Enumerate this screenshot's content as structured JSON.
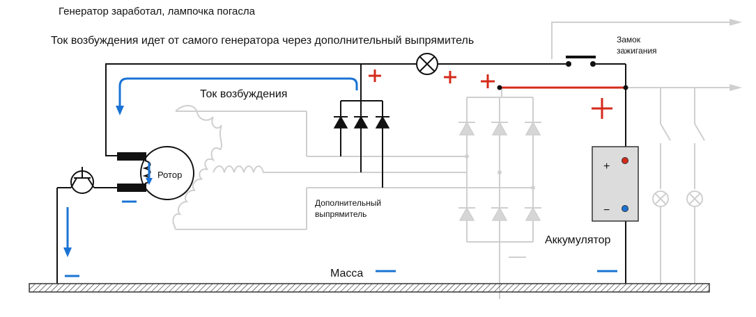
{
  "title_line1": "Генератор заработал, лампочка погасла",
  "title_line2": "Ток возбуждения идет от самого генератора через дополнительный выпрямитель",
  "labels": {
    "excitation_current": "Ток возбуждения",
    "rotor": "Ротор",
    "extra_rectifier_line1": "Дополнительный",
    "extra_rectifier_line2": "выпрямитель",
    "ignition_line1": "Замок",
    "ignition_line2": "зажигания",
    "battery": "Аккумулятор",
    "ground": "Масса",
    "battery_plus": "+",
    "battery_minus": "−"
  },
  "colors": {
    "positive": "#d42a1a",
    "negative": "#1a73d4",
    "active_circuit": "#111111",
    "inactive_circuit": "#cfcfcf"
  }
}
